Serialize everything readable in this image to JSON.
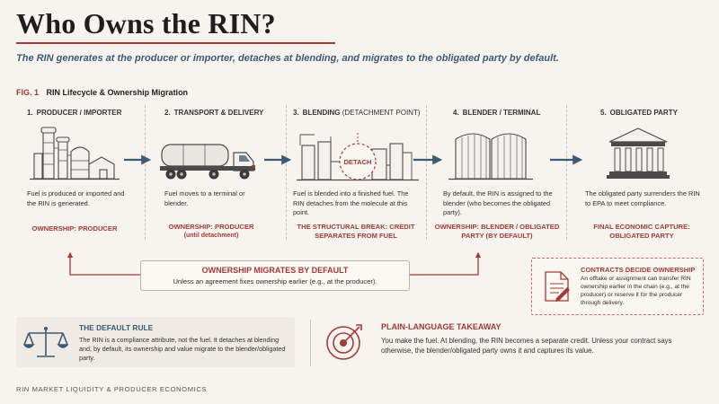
{
  "title": "Who Owns the RIN?",
  "subtitle": "The RIN generates at the producer or importer, detaches at blending, and migrates to the obligated party by default.",
  "figure": {
    "number": "FIG. 1",
    "label": "RIN Lifecycle & Ownership Migration"
  },
  "steps": [
    {
      "num": "1.",
      "title": "PRODUCER / IMPORTER",
      "title_sub": "",
      "desc": "Fuel is produced or imported and the RIN is generated.",
      "ownership": "OWNERSHIP: PRODUCER",
      "ownership_sub": ""
    },
    {
      "num": "2.",
      "title": "TRANSPORT & DELIVERY",
      "title_sub": "",
      "desc": "Fuel moves to a terminal or blender.",
      "ownership": "OWNERSHIP: PRODUCER",
      "ownership_sub": "(until detachment)"
    },
    {
      "num": "3.",
      "title": "BLENDING",
      "title_sub": "(DETACHMENT POINT)",
      "desc": "Fuel is blended into a finished fuel. The RIN detaches from the molecule at this point.",
      "ownership": "THE STRUCTURAL BREAK: CREDIT SEPARATES FROM FUEL",
      "ownership_sub": ""
    },
    {
      "num": "4.",
      "title": "BLENDER / TERMINAL",
      "title_sub": "",
      "desc": "By default, the RIN is assigned to the blender (who becomes the obligated party).",
      "ownership": "OWNERSHIP: BLENDER / OBLIGATED PARTY (BY DEFAULT)",
      "ownership_sub": ""
    },
    {
      "num": "5.",
      "title": "OBLIGATED PARTY",
      "title_sub": "",
      "desc": "The obligated party surrenders the RIN to EPA to meet compliance.",
      "ownership": "FINAL ECONOMIC CAPTURE: OBLIGATED PARTY",
      "ownership_sub": ""
    }
  ],
  "detach_label": "DETACH",
  "migration": {
    "title": "OWNERSHIP MIGRATES BY DEFAULT",
    "text": "Unless an agreement fixes ownership earlier (e.g., at the producer)."
  },
  "contracts": {
    "title": "CONTRACTS DECIDE OWNERSHIP",
    "text": "An offtake or assignment can transfer RIN ownership earlier in the chain (e.g., at the producer) or reserve it for the producer through delivery."
  },
  "default_rule": {
    "title": "THE DEFAULT RULE",
    "text": "The RIN is a compliance attribute, not the fuel. It detaches at blending and, by default, its ownership and value migrate to the blender/obligated party."
  },
  "takeaway": {
    "title": "PLAIN-LANGUAGE TAKEAWAY",
    "text": "You make the fuel. At blending, the RIN becomes a separate credit. Unless your contract says otherwise, the blender/obligated party owns it and captures its value."
  },
  "footer": "RIN MARKET LIQUIDITY & PRODUCER ECONOMICS",
  "colors": {
    "accent": "#a23a36",
    "navy": "#3c5a73",
    "background": "#f7f4ef"
  },
  "icons": [
    "refinery-icon",
    "tanker-truck-icon",
    "blending-tanks-icon",
    "storage-tanks-icon",
    "government-building-icon",
    "contract-document-icon",
    "scale-icon",
    "target-icon"
  ]
}
